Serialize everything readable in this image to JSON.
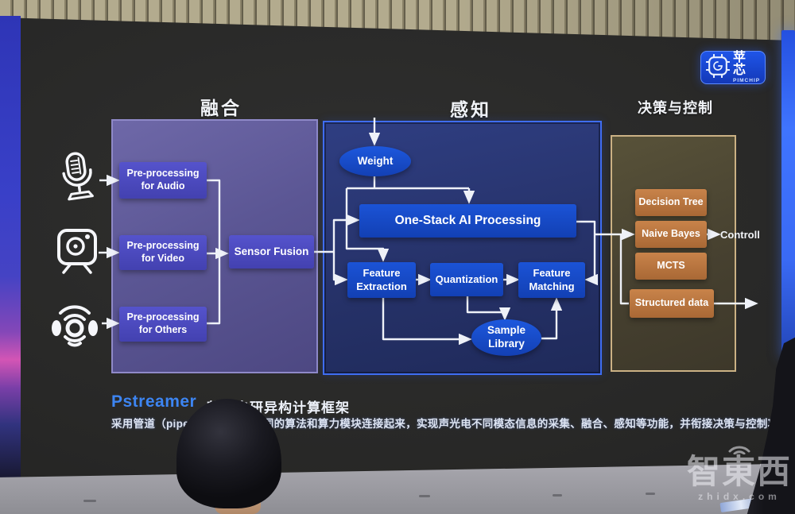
{
  "logo": {
    "cn": "苹芯",
    "en": "PIMCHIP"
  },
  "headings": {
    "fusion": "融合",
    "perception": "感知",
    "decision": "决策与控制"
  },
  "icons": {
    "audio": "microphone-icon",
    "video": "camera-icon",
    "others": "radar-sensor-icon",
    "logo": "chip-icon",
    "watermark": "wifi-icon"
  },
  "fusion": {
    "audio": {
      "l1": "Pre-processing",
      "l2": "for Audio"
    },
    "video": {
      "l1": "Pre-processing",
      "l2": "for Video"
    },
    "others": {
      "l1": "Pre-processing",
      "l2": "for Others"
    },
    "sensor_fusion": "Sensor Fusion"
  },
  "perception": {
    "weight": "Weight",
    "one_stack": "One-Stack AI Processing",
    "feature_extraction": {
      "l1": "Feature",
      "l2": "Extraction"
    },
    "quantization": "Quantization",
    "feature_matching": {
      "l1": "Feature",
      "l2": "Matching"
    },
    "sample_library": {
      "l1": "Sample",
      "l2": "Library"
    }
  },
  "decision": {
    "decision_tree": "Decision Tree",
    "naive_bayes": "Naive Bayes",
    "mcts": "MCTS",
    "structured_data": "Structured data",
    "output": "Controll"
  },
  "caption": {
    "product": "Pstreamer",
    "title": "苹芯自研异构计算框架",
    "line2_left": "采用管道（pipeli",
    "line2_right": "不同的算法和算力模块连接起来，实现声光电不同模态信息的采集、融合、感知等功能，并衔接决策与控制功能"
  },
  "watermark": {
    "cn": "智東西",
    "en": "zhidx.com"
  },
  "colors": {
    "box_blue": "#1b53d6",
    "box_violet": "#5553cc",
    "box_orange": "#c8834a",
    "panel_purple": "#5b5694",
    "panel_navy": "#263269",
    "panel_border_blue": "#3f6df2",
    "panel_border_tan": "#cbb184",
    "accent_text_blue": "#3d85f2",
    "logo_blue": "#1f55e8"
  }
}
